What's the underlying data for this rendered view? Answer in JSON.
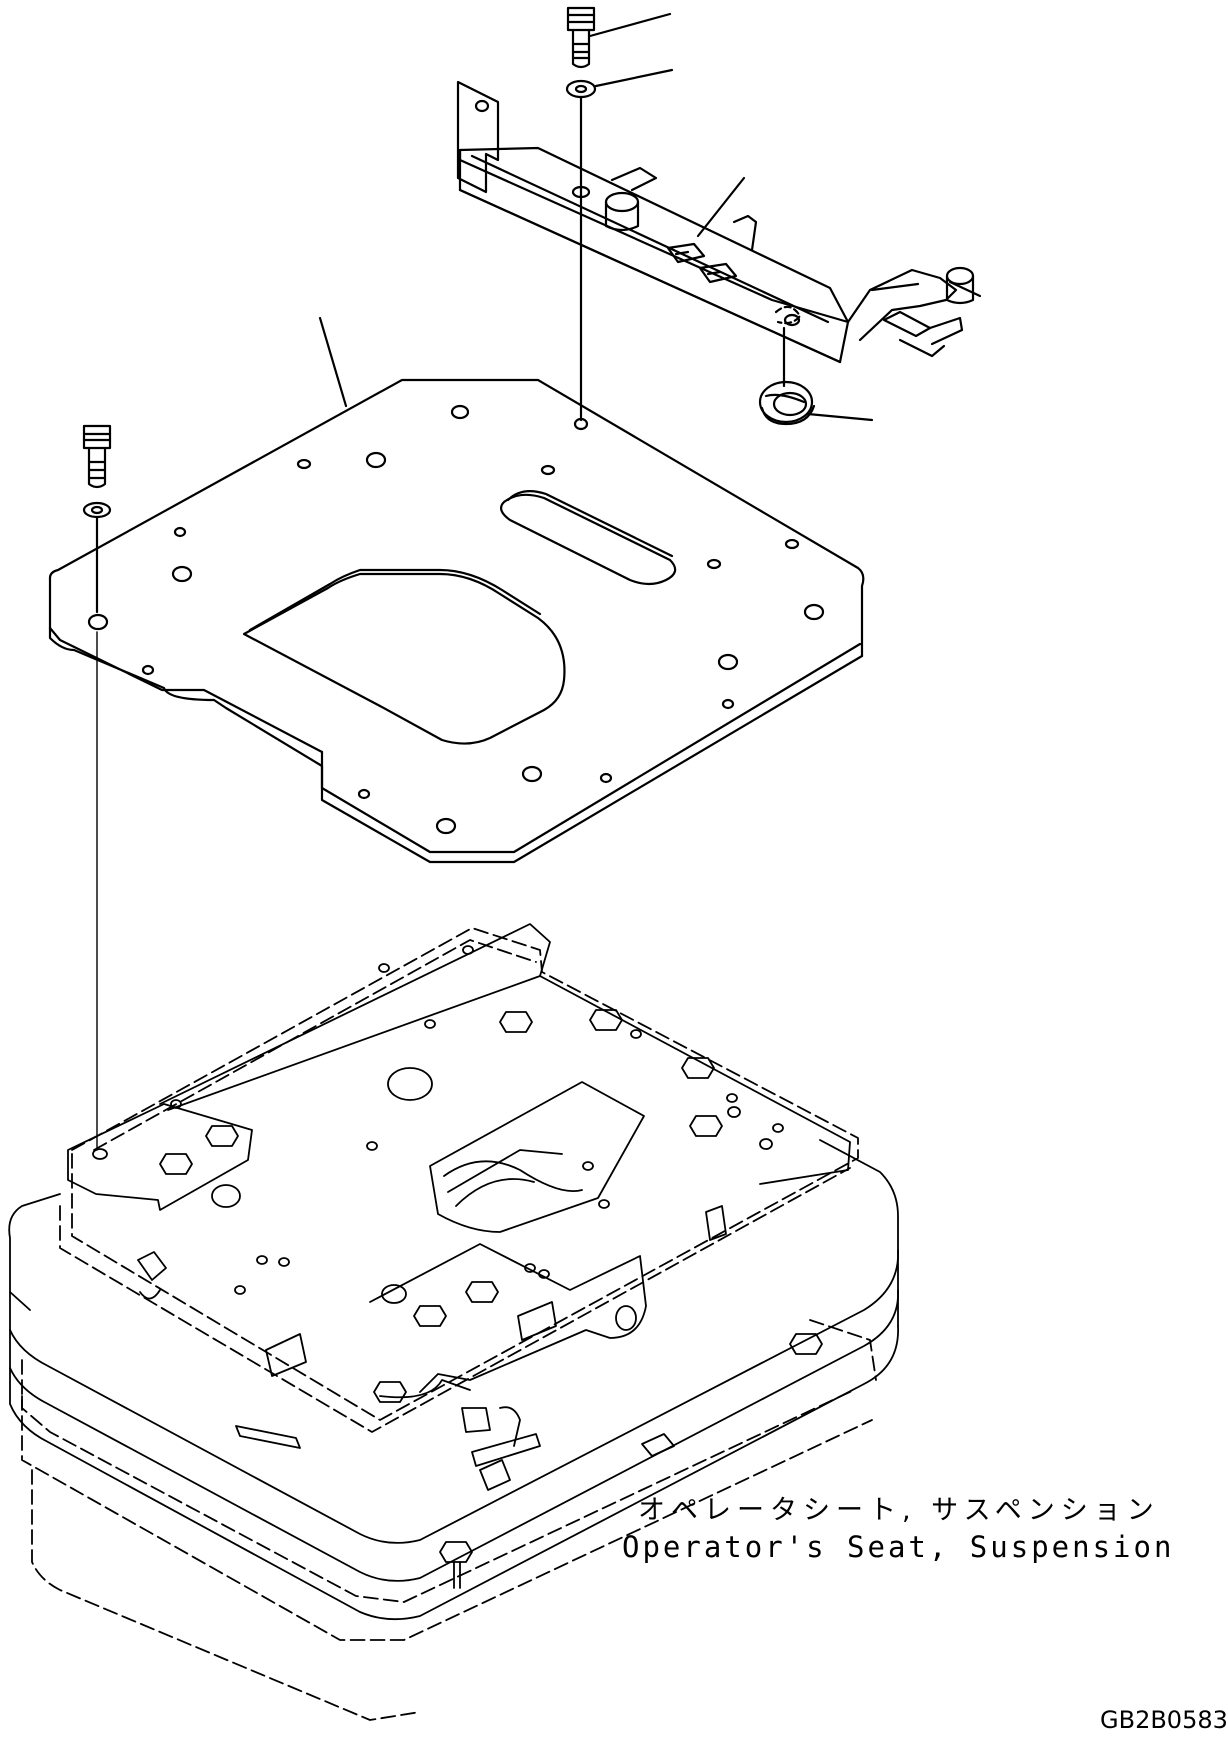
{
  "caption": {
    "japanese": "オペレータシート, サスペンション",
    "english": "Operator's Seat, Suspension"
  },
  "drawing_code": "GB2B0583",
  "colors": {
    "ink": "#000000",
    "paper": "#ffffff"
  }
}
